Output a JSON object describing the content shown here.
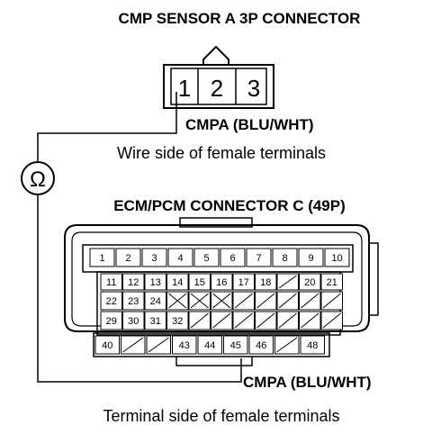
{
  "cmp_connector": {
    "title": "CMP SENSOR A 3P CONNECTOR",
    "pins": [
      "1",
      "2",
      "3"
    ],
    "wire_label": "CMPA (BLU/WHT)",
    "side_label": "Wire side of female terminals"
  },
  "meter": {
    "symbol": "Ω"
  },
  "ecm_connector": {
    "title": "ECM/PCM CONNECTOR C (49P)",
    "row1": [
      "1",
      "2",
      "3",
      "4",
      "5",
      "6",
      "7",
      "8",
      "9",
      "10"
    ],
    "row2": [
      "11",
      "12",
      "13",
      "14",
      "15",
      "16",
      "17",
      "18",
      "",
      "20",
      "21"
    ],
    "row3": [
      "22",
      "23",
      "24"
    ],
    "row4": [
      "29",
      "30",
      "31",
      "32"
    ],
    "row5": [
      "40",
      "",
      "",
      "43",
      "44",
      "45",
      "46",
      "",
      "48"
    ],
    "wire_label": "CMPA (BLU/WHT)",
    "side_label": "Terminal side of female terminals"
  }
}
